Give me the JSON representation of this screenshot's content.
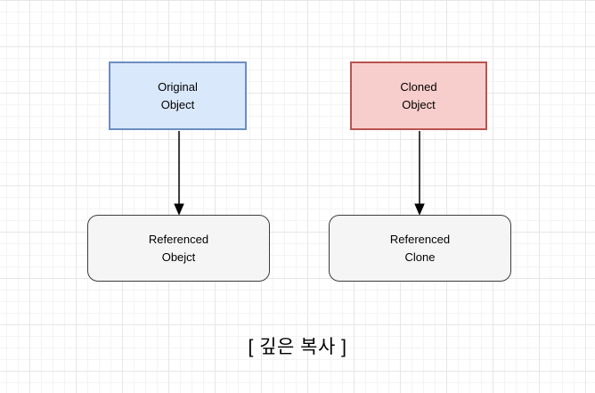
{
  "canvas": {
    "caption": "[ 깊은 복사 ]"
  },
  "nodes": {
    "original": {
      "line1": "Original",
      "line2": "Object",
      "fill": "#dae8fc",
      "border": "#6c8ebf"
    },
    "cloned": {
      "line1": "Cloned",
      "line2": "Object",
      "fill": "#f8cecc",
      "border": "#b85450"
    },
    "referenced_object": {
      "line1": "Referenced",
      "line2": "Obejct",
      "fill": "#f5f5f5",
      "border": "#3d3d3d"
    },
    "referenced_clone": {
      "line1": "Referenced",
      "line2": "Clone",
      "fill": "#f5f5f5",
      "border": "#3d3d3d"
    }
  },
  "edges": [
    {
      "from": "Original Object",
      "to": "Referenced Obejct",
      "style": "solid-arrow",
      "color": "#000000"
    },
    {
      "from": "Cloned Object",
      "to": "Referenced Clone",
      "style": "solid-arrow",
      "color": "#000000"
    }
  ]
}
